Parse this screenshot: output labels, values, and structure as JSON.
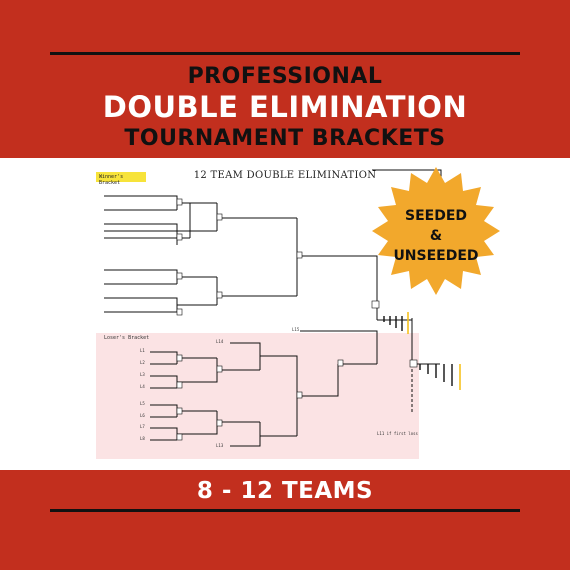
{
  "header": {
    "line1": "PROFESSIONAL",
    "line2": "DOUBLE ELIMINATION",
    "line3": "TOURNAMENT BRACKETS"
  },
  "bracket": {
    "title": "12 TEAM DOUBLE ELIMINATION",
    "winners_label": "Winner's Bracket",
    "losers_label": "Loser's Bracket",
    "footnote": "L11 if first loss"
  },
  "badge": {
    "line1": "SEEDED",
    "line2": "&",
    "line3": "UNSEEDED"
  },
  "footer": {
    "teams": "8 - 12 TEAMS"
  },
  "colors": {
    "red": "#c22f1e",
    "badge": "#f2a82c",
    "yellow": "#f7e33a",
    "pink": "#fbe3e4"
  }
}
